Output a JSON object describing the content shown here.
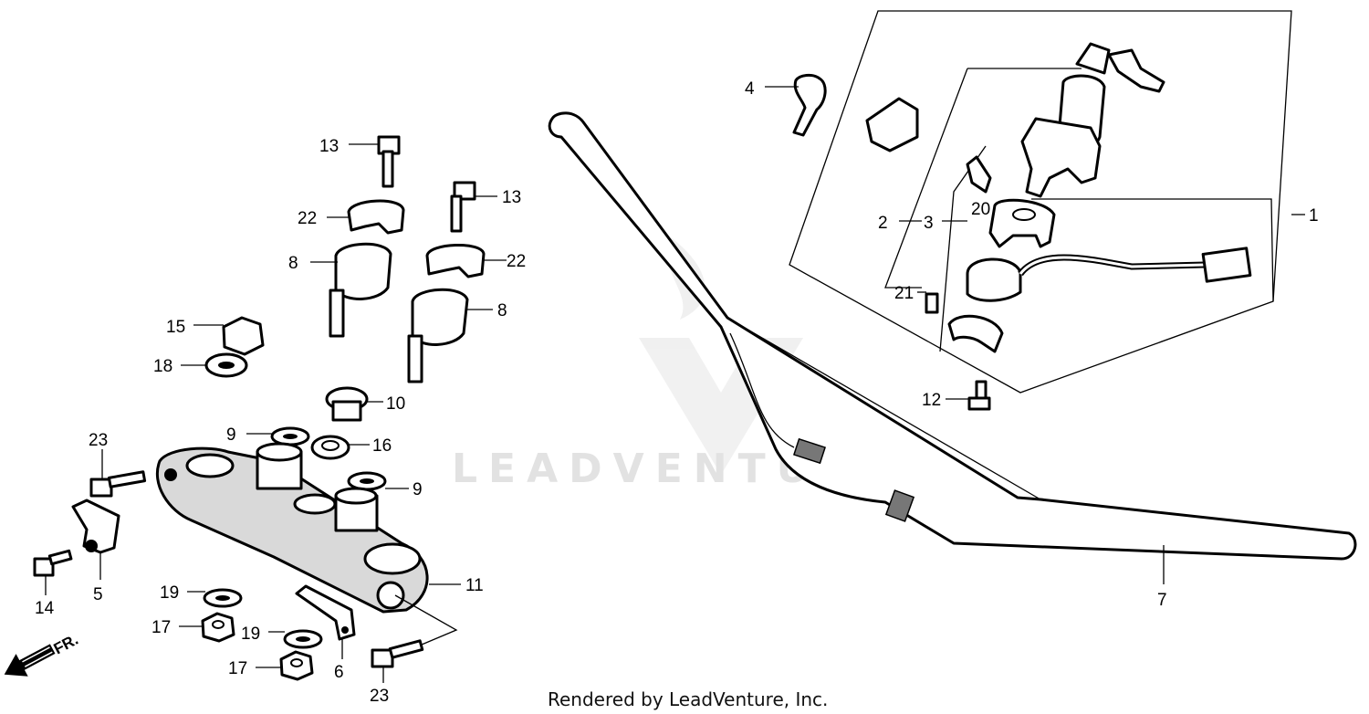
{
  "watermark": "LEADVENTURE",
  "footer": "Rendered by LeadVenture, Inc.",
  "direction_label": "FR.",
  "callouts": {
    "c1": "1",
    "c2": "2",
    "c3": "3",
    "c4": "4",
    "c5": "5",
    "c6": "6",
    "c7": "7",
    "c8a": "8",
    "c8b": "8",
    "c9a": "9",
    "c9b": "9",
    "c10": "10",
    "c11": "11",
    "c12": "12",
    "c13a": "13",
    "c13b": "13",
    "c14": "14",
    "c15": "15",
    "c16": "16",
    "c17a": "17",
    "c17b": "17",
    "c18": "18",
    "c19a": "19",
    "c19b": "19",
    "c20": "20",
    "c21": "21",
    "c22a": "22",
    "c22b": "22",
    "c23a": "23",
    "c23b": "23"
  }
}
